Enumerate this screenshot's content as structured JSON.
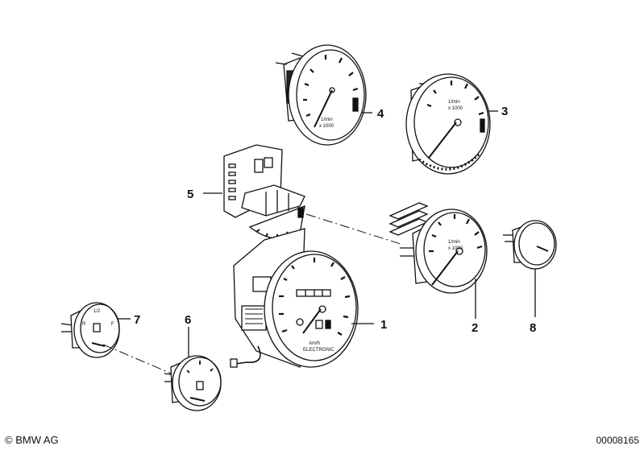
{
  "callouts": {
    "c1": "1",
    "c2": "2",
    "c3": "3",
    "c4": "4",
    "c5": "5",
    "c6": "6",
    "c7": "7",
    "c8": "8"
  },
  "dial_labels": {
    "rpm_unit": "1/min",
    "rpm_scale": "x 1000",
    "speedo_unit": "km/h",
    "speedo_brand": "ELECTRONIC",
    "fuel_reserve": "R",
    "fuel_half": "1/2",
    "fuel_full": "F"
  },
  "footer": {
    "copyright": "© BMW AG",
    "part_number": "00008165"
  }
}
